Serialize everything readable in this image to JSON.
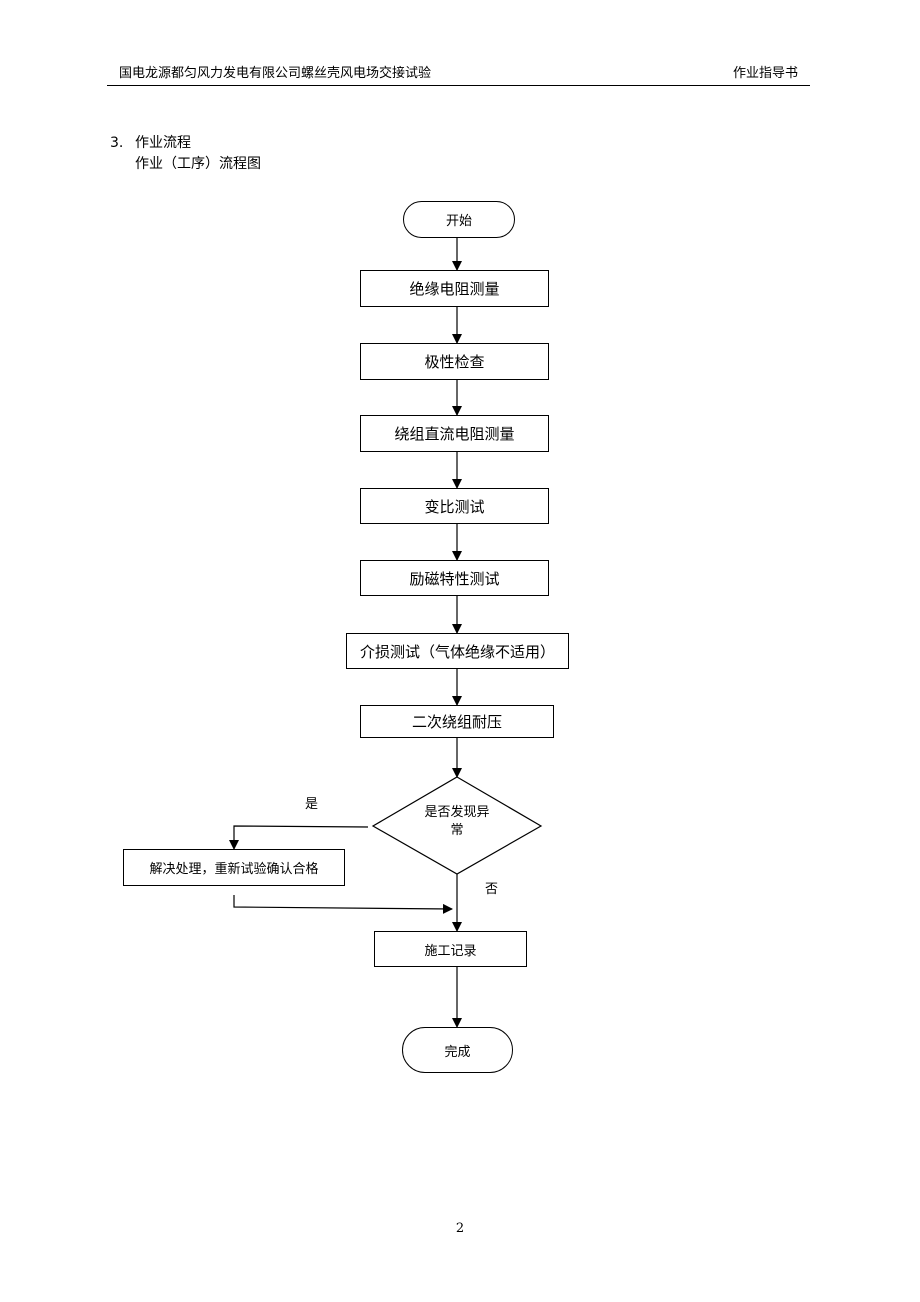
{
  "header": {
    "left": "国电龙源都匀风力发电有限公司螺丝壳风电场交接试验",
    "right": "作业指导书"
  },
  "section": {
    "number": "3.",
    "title": "作业流程",
    "subtitle": "作业（工序）流程图"
  },
  "flow": {
    "start": "开始",
    "steps": [
      "绝缘电阻测量",
      "极性检查",
      "绕组直流电阻测量",
      "变比测试",
      "励磁特性测试",
      "介损测试（气体绝缘不适用）",
      "二次绕组耐压"
    ],
    "decision_line1": "是否发现异",
    "decision_line2": "常",
    "yes_label": "是",
    "no_label": "否",
    "fix_step": "解决处理，重新试验确认合格",
    "record": "施工记录",
    "end": "完成"
  },
  "page_number": "2"
}
